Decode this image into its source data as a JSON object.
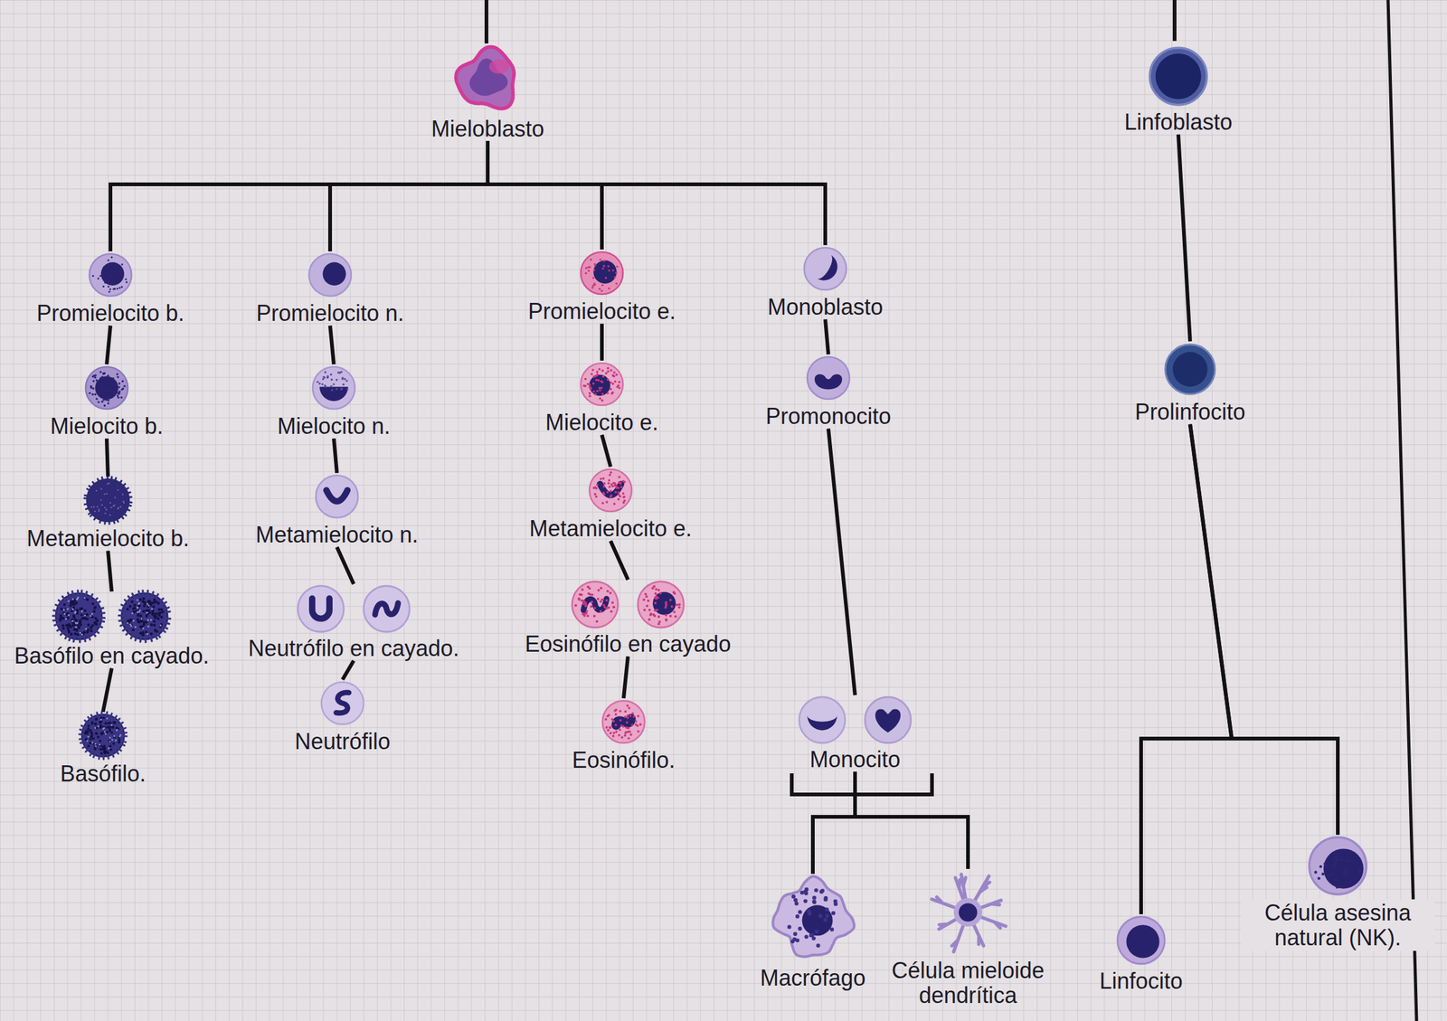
{
  "diagram": {
    "nodes": [
      {
        "text": [
          "Mieloblasto"
        ]
      },
      {
        "text": [
          "Linfoblasto"
        ]
      },
      {
        "text": [
          "Promielocito b."
        ]
      },
      {
        "text": [
          "Promielocito n."
        ]
      },
      {
        "text": [
          "Promielocito e."
        ]
      },
      {
        "text": [
          "Monoblasto"
        ]
      },
      {
        "text": [
          "Prolinfocito"
        ]
      },
      {
        "text": [
          "Mielocito b."
        ]
      },
      {
        "text": [
          "Mielocito n."
        ]
      },
      {
        "text": [
          "Mielocito e."
        ]
      },
      {
        "text": [
          "Promonocito"
        ]
      },
      {
        "text": [
          "Metamielocito b."
        ]
      },
      {
        "text": [
          "Metamielocito n."
        ]
      },
      {
        "text": [
          "Metamielocito e."
        ]
      },
      {
        "text": [
          "Basófilo en cayado."
        ]
      },
      {
        "text": [
          "Neutrófilo en cayado."
        ]
      },
      {
        "text": [
          "Eosinófilo en cayado"
        ]
      },
      {
        "text": [
          "Basófilo."
        ]
      },
      {
        "text": [
          "Neutrófilo"
        ]
      },
      {
        "text": [
          "Eosinófilo."
        ]
      },
      {
        "text": [
          "Monocito"
        ]
      },
      {
        "text": [
          "Macrófago"
        ]
      },
      {
        "text": [
          "Célula mieloide dendrítica"
        ]
      },
      {
        "text": [
          "Célula asesina natural (NK)."
        ]
      },
      {
        "text": [
          "Linfocito"
        ]
      }
    ],
    "edges": [
      {
        "from": 0,
        "to": 2,
        "arrow": "none"
      },
      {
        "from": 0,
        "to": 3,
        "arrow": "none"
      },
      {
        "from": 0,
        "to": 4,
        "arrow": "none"
      },
      {
        "from": 0,
        "to": 5,
        "arrow": "none"
      },
      {
        "from": 2,
        "to": 7,
        "arrow": "none"
      },
      {
        "from": 7,
        "to": 11,
        "arrow": "none"
      },
      {
        "from": 11,
        "to": 14,
        "arrow": "none"
      },
      {
        "from": 14,
        "to": 17,
        "arrow": "none"
      },
      {
        "from": 3,
        "to": 8,
        "arrow": "none"
      },
      {
        "from": 8,
        "to": 12,
        "arrow": "none"
      },
      {
        "from": 12,
        "to": 15,
        "arrow": "none"
      },
      {
        "from": 15,
        "to": 18,
        "arrow": "none"
      },
      {
        "from": 4,
        "to": 9,
        "arrow": "none"
      },
      {
        "from": 9,
        "to": 13,
        "arrow": "none"
      },
      {
        "from": 13,
        "to": 16,
        "arrow": "none"
      },
      {
        "from": 16,
        "to": 19,
        "arrow": "none"
      },
      {
        "from": 5,
        "to": 10,
        "arrow": "none"
      },
      {
        "from": 10,
        "to": 20,
        "arrow": "none"
      },
      {
        "from": 20,
        "to": 21,
        "arrow": "none"
      },
      {
        "from": 20,
        "to": 22,
        "arrow": "none"
      },
      {
        "from": 1,
        "to": 6,
        "arrow": "none"
      },
      {
        "from": 6,
        "to": 24,
        "arrow": "none"
      },
      {
        "from": 6,
        "to": 23,
        "arrow": "none"
      }
    ]
  }
}
